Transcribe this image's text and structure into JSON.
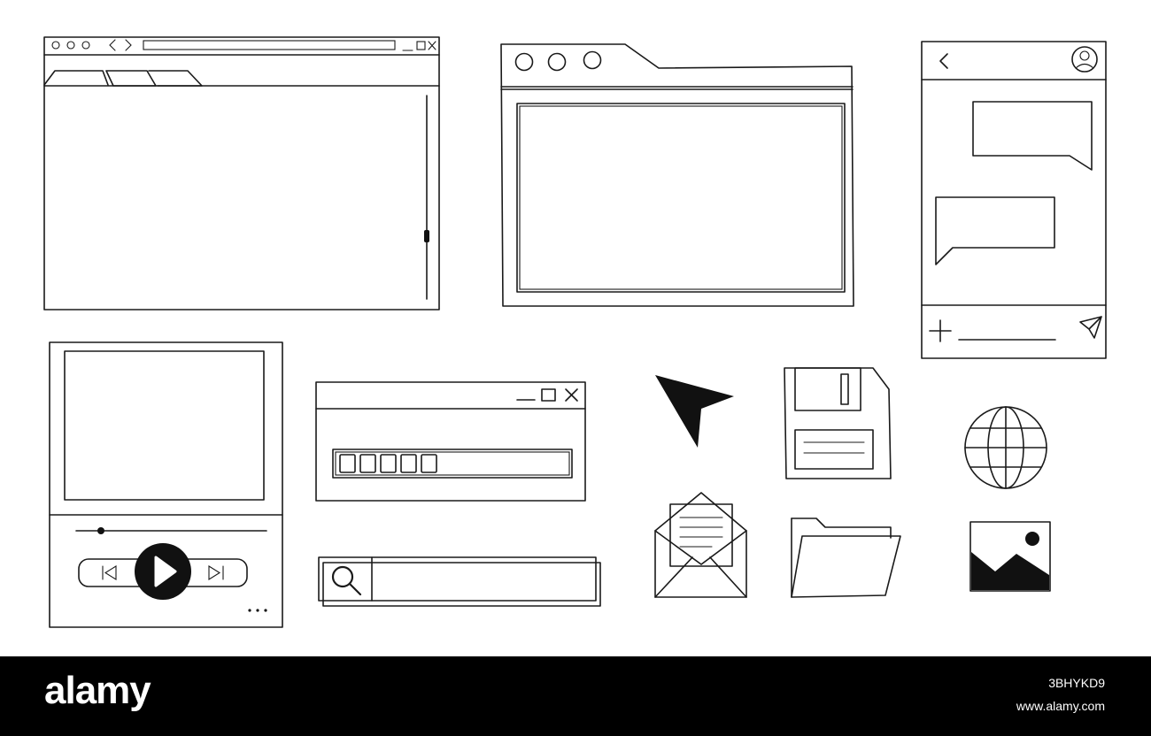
{
  "icons": {
    "cursor": "cursor-arrow-icon",
    "floppy": "floppy-disk-icon",
    "globe": "globe-icon",
    "envelope": "envelope-icon",
    "folder": "folder-icon",
    "image": "image-icon",
    "search": "search-icon",
    "send": "send-icon",
    "add": "plus-icon",
    "back": "chevron-left-icon",
    "user": "user-avatar-icon",
    "play": "play-icon",
    "prev": "skip-previous-icon",
    "next": "skip-next-icon"
  },
  "colors": {
    "ink": "#1a1a1a",
    "background": "#ffffff",
    "footer": "#000000",
    "footer_text": "#ffffff"
  },
  "video_player": {
    "progress": 0.13
  },
  "loading_dialog": {
    "filled_blocks": 5
  },
  "footer": {
    "brand": "alamy",
    "image_id": "3BHYKD9",
    "site": "www.alamy.com"
  }
}
